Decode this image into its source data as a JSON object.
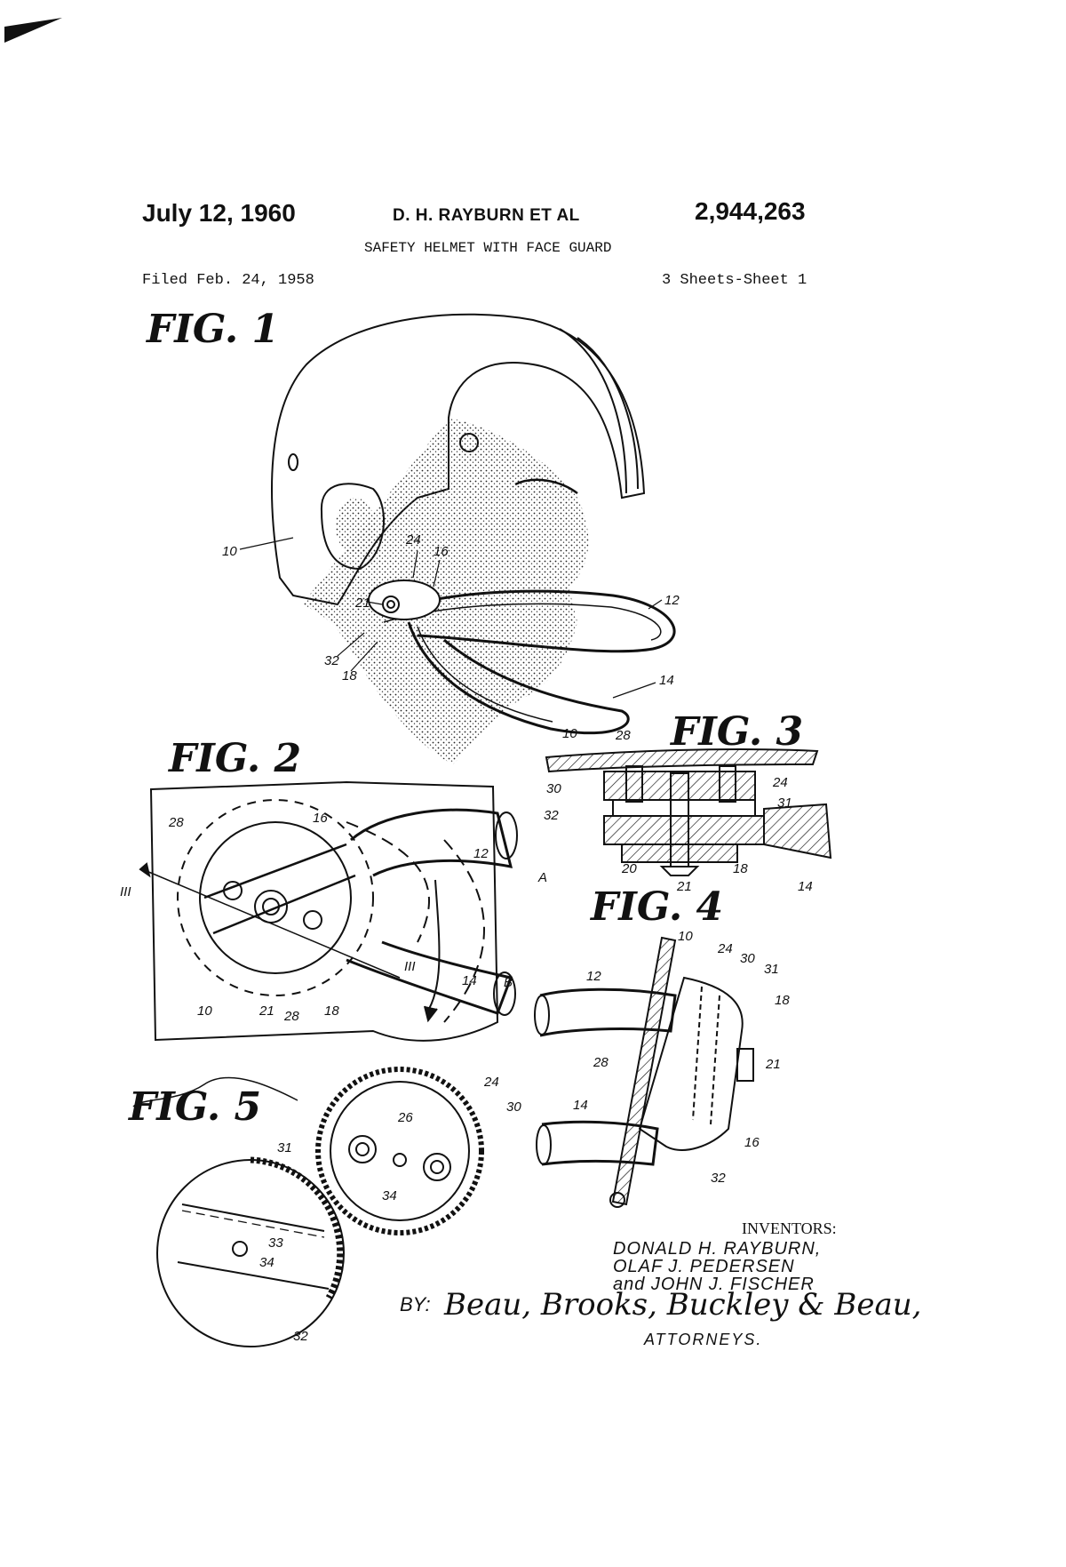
{
  "header": {
    "date": "July 12, 1960",
    "inventor_short": "D. H. RAYBURN ET AL",
    "patent_number": "2,944,263",
    "title": "SAFETY HELMET WITH FACE GUARD",
    "filed": "Filed Feb. 24, 1958",
    "sheets": "3 Sheets-Sheet 1"
  },
  "figures": {
    "fig1": "FIG. 1",
    "fig2": "FIG. 2",
    "fig3": "FIG. 3",
    "fig4": "FIG. 4",
    "fig5": "FIG. 5"
  },
  "refs": {
    "fig1": [
      "10",
      "24",
      "16",
      "21",
      "12",
      "32",
      "18",
      "14"
    ],
    "fig2": [
      "28",
      "16",
      "12",
      "III",
      "A",
      "10",
      "21",
      "28",
      "18",
      "III",
      "14",
      "B"
    ],
    "fig3": [
      "10",
      "28",
      "24",
      "30",
      "31",
      "32",
      "20",
      "21",
      "18",
      "14"
    ],
    "fig4": [
      "10",
      "24",
      "30",
      "31",
      "12",
      "18",
      "28",
      "21",
      "14",
      "16",
      "32"
    ],
    "fig5": [
      "24",
      "30",
      "26",
      "31",
      "34",
      "33",
      "34",
      "32"
    ]
  },
  "inventors": {
    "heading": "INVENTORS:",
    "names": [
      "DONALD H. RAYBURN,",
      "OLAF J. PEDERSEN",
      "and JOHN J. FISCHER"
    ]
  },
  "attorneys": {
    "by": "BY:",
    "signature": "Beau, Brooks, Buckley & Beau,",
    "label": "ATTORNEYS."
  }
}
